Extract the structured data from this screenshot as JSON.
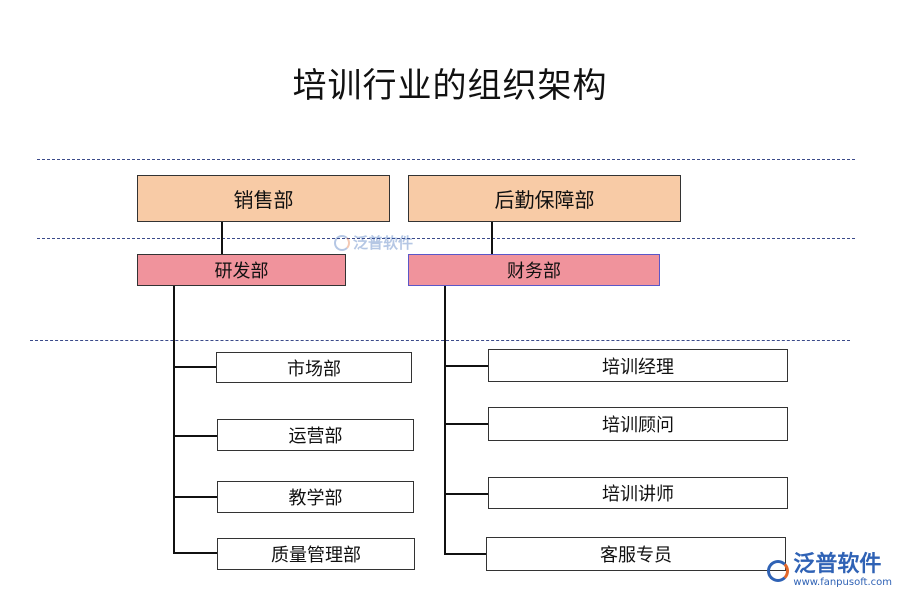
{
  "title": "培训行业的组织架构",
  "top_row": {
    "left": "销售部",
    "right": "后勤保障部"
  },
  "middle_row": {
    "left": "研发部",
    "right": "财务部"
  },
  "left_branch": [
    "市场部",
    "运营部",
    "教学部",
    "质量管理部"
  ],
  "right_branch": [
    "培训经理",
    "培训顾问",
    "培训讲师",
    "客服专员"
  ],
  "logo": {
    "name": "泛普软件",
    "url": "www.fanpusoft.com"
  },
  "colors": {
    "top_fill": "#f8cba6",
    "mid_fill": "#f0939c",
    "dash": "#3b4a8a",
    "brand": "#2f62b5"
  }
}
